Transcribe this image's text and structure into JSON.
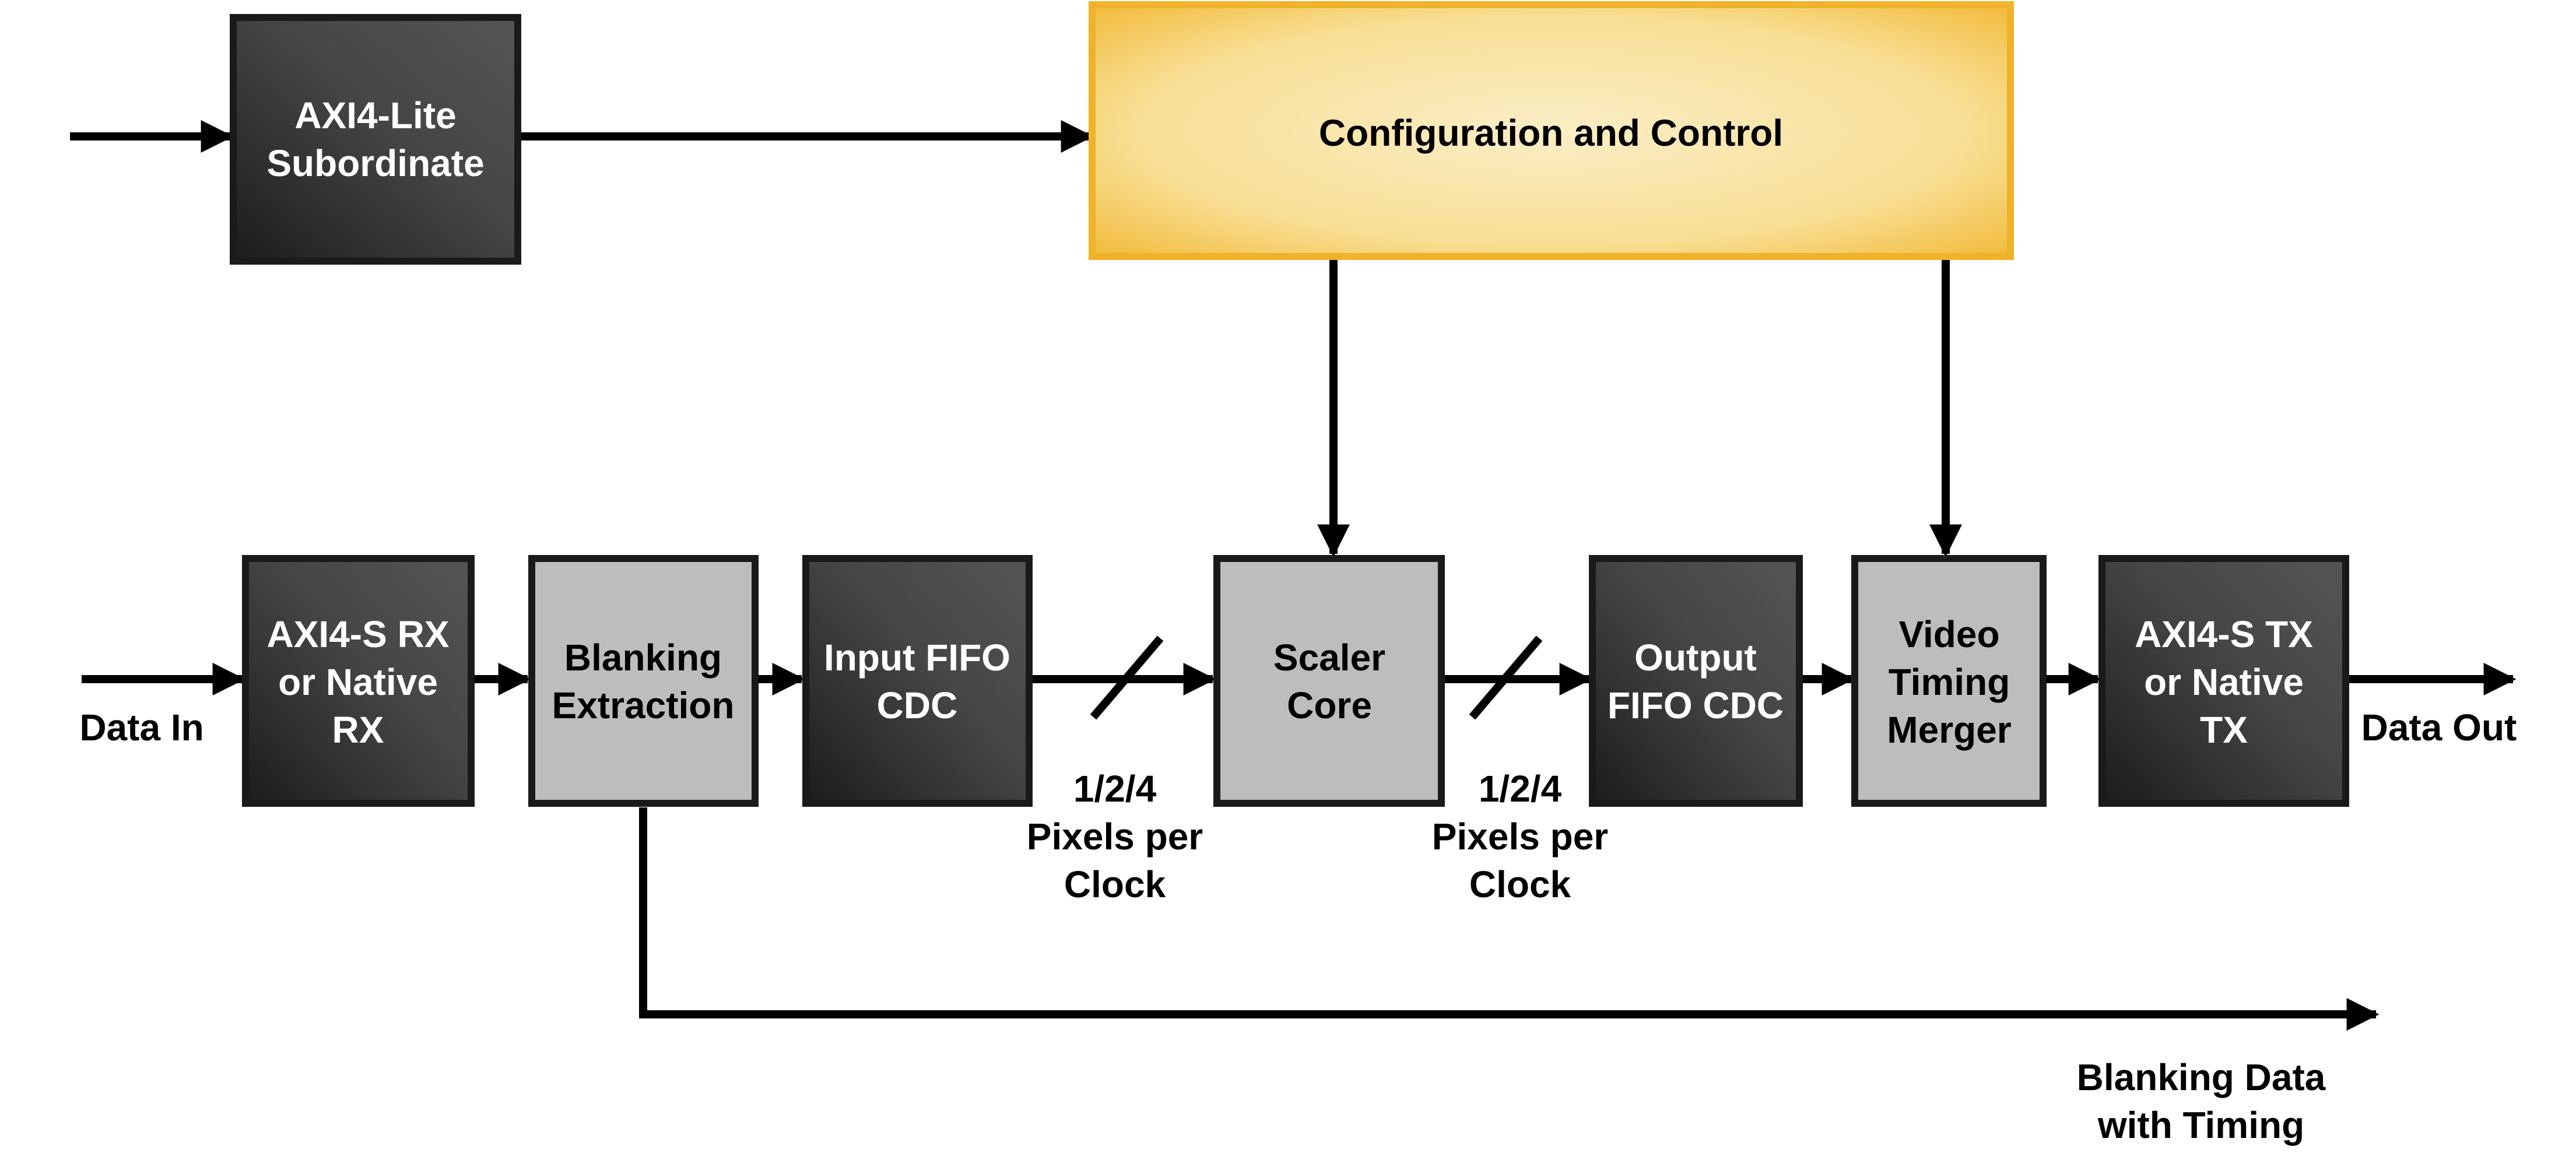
{
  "blocks": {
    "axi_lite": [
      "AXI4-Lite",
      "Subordinate"
    ],
    "config": [
      "Configuration and Control"
    ],
    "axis_rx": [
      "AXI4-S RX",
      "or Native",
      "RX"
    ],
    "blanking_extraction": [
      "Blanking",
      "Extraction"
    ],
    "input_fifo": [
      "Input FIFO",
      "CDC"
    ],
    "scaler": [
      "Scaler",
      "Core"
    ],
    "output_fifo": [
      "Output",
      "FIFO CDC"
    ],
    "video_timing": [
      "Video",
      "Timing",
      "Merger"
    ],
    "axis_tx": [
      "AXI4-S TX",
      "or Native",
      "TX"
    ]
  },
  "labels": {
    "data_in": "Data In",
    "data_out": "Data Out",
    "ppc_in": [
      "1/2/4",
      "Pixels per",
      "Clock"
    ],
    "ppc_out": [
      "1/2/4",
      "Pixels per",
      "Clock"
    ],
    "blanking_out": [
      "Blanking Data",
      "with Timing"
    ]
  },
  "colors": {
    "dark_block": "#3a3a3a",
    "light_block": "#bdbdbd",
    "config_block": "#f5c84a",
    "border": "#1a1a1a"
  }
}
